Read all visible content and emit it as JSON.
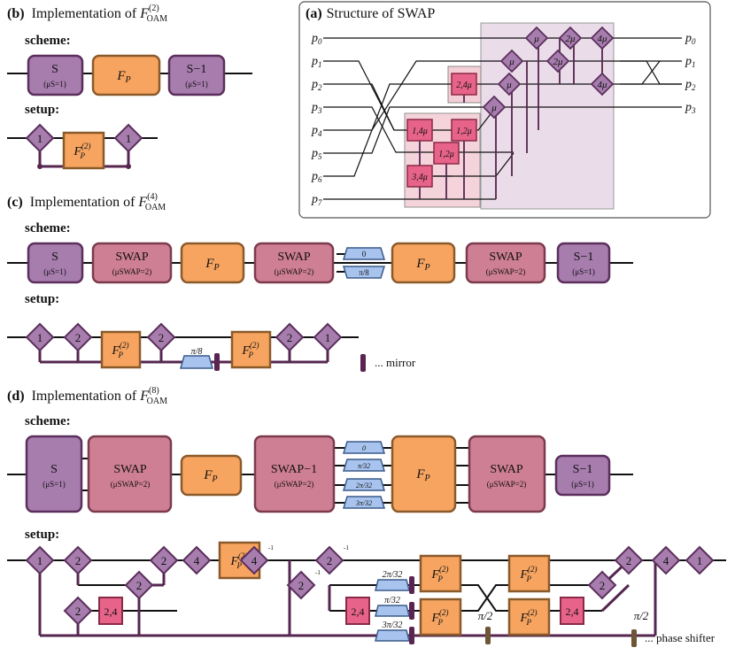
{
  "panel_b": {
    "label": "(b)",
    "title": "Implementation of ",
    "func": "F",
    "func_sup": "(2)",
    "func_sub": "OAM",
    "scheme_label": "scheme:",
    "setup_label": "setup:",
    "box_s": "S",
    "box_s_sub": "(μS=1)",
    "box_f": "F",
    "box_f_sub": "P",
    "box_sinv": "S−1",
    "box_sinv_sub": "(μS=1)",
    "d1": "1",
    "d2": "1",
    "fp2": "F",
    "fp2_sup": "(2)",
    "fp2_sub": "P"
  },
  "panel_a": {
    "label": "(a)",
    "title": "Structure of SWAP",
    "left_ports": [
      "p0",
      "p1",
      "p2",
      "p3",
      "p4",
      "p5",
      "p6",
      "p7"
    ],
    "right_ports": [
      "p0",
      "p1",
      "p2",
      "p3"
    ],
    "diamonds": [
      "μ",
      "2μ",
      "4μ",
      "μ",
      "2μ",
      "μ",
      "4μ",
      "μ"
    ],
    "squares": [
      "2,4μ",
      "1,4μ",
      "1,2μ",
      "1,2μ",
      "3,4μ"
    ]
  },
  "panel_c": {
    "label": "(c)",
    "title": "Implementation of ",
    "func": "F",
    "func_sup": "(4)",
    "func_sub": "OAM",
    "scheme_label": "scheme:",
    "setup_label": "setup:",
    "boxes": [
      "S",
      "F",
      "SWAP",
      "F",
      "SWAP",
      "S−1"
    ],
    "swap": "SWAP",
    "swap_sub": "(μSWAP=2)",
    "s_sub": "(μS=1)",
    "fp": "F",
    "fp_sub": "P",
    "phase_top": "0",
    "phase_bot": "π/8",
    "setup_diamonds": [
      "1",
      "2",
      "2",
      "2",
      "1"
    ],
    "setup_phase": "π/8",
    "mirror_label": "... mirror"
  },
  "panel_d": {
    "label": "(d)",
    "title": "Implementation of ",
    "func": "F",
    "func_sup": "(8)",
    "func_sub": "OAM",
    "scheme_label": "scheme:",
    "setup_label": "setup:",
    "s": "S",
    "s_sub": "(μS=1)",
    "swap": "SWAP",
    "swap_sub": "(μSWAP=2)",
    "swapinv": "SWAP−1",
    "fp": "F",
    "fp_sub": "P",
    "sinv": "S−1",
    "phases": [
      "0",
      "π/32",
      "2π/32",
      "3π/32"
    ],
    "setup_phases": [
      "2π/32",
      "π/32",
      "3π/32"
    ],
    "pi2": "π/2",
    "phase_shifter_label": "... phase shifter",
    "setup_diamonds": [
      "1",
      "2",
      "2",
      "2",
      "2",
      "4",
      "4",
      "2",
      "2",
      "2",
      "2",
      "4",
      "1"
    ],
    "sq": "2,4",
    "sup_m1": "-1"
  },
  "colors": {
    "purple": "#a77dae",
    "purple_border": "#5b2f5c",
    "orange": "#f6a460",
    "orange_border": "#8b5a2b",
    "rose": "#cf7f93",
    "rose_border": "#7b3a4d",
    "pink": "#e8638a",
    "blue": "#a8c4ee",
    "mirror": "#5a2452",
    "shifter": "#6e5535"
  }
}
